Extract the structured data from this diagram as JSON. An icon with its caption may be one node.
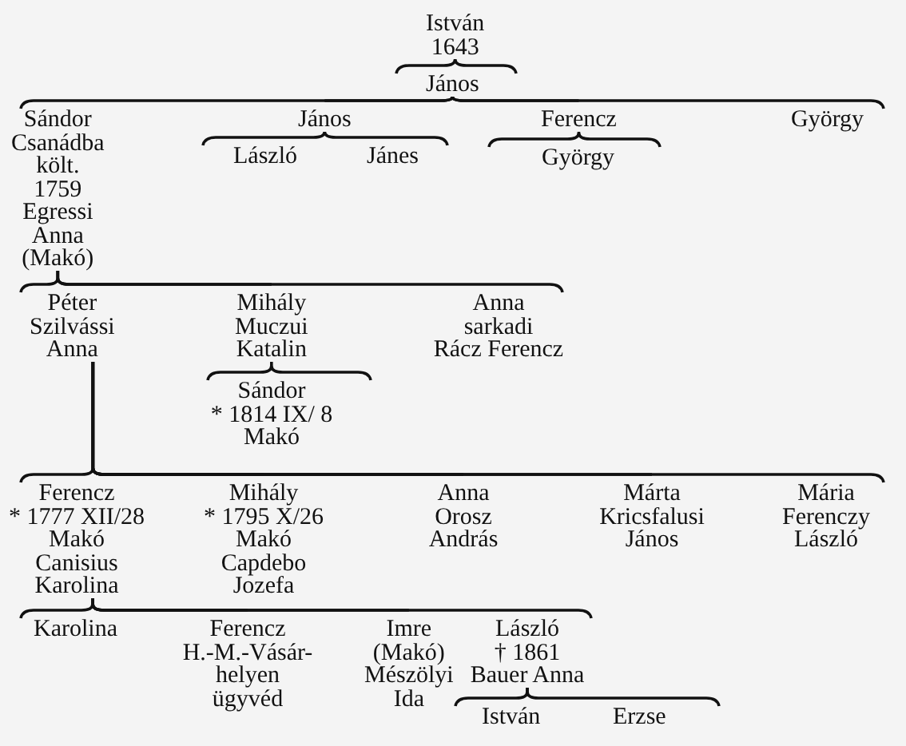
{
  "diagram": {
    "nodes": [
      {
        "text": [
          "István",
          "1643"
        ]
      },
      {
        "text": [
          "János"
        ]
      },
      {
        "text": [
          "Sándor",
          "Csanádba költ. 1759",
          "Egressi Anna (Makó)"
        ]
      },
      {
        "text": [
          "János"
        ]
      },
      {
        "text": [
          "Ferencz"
        ]
      },
      {
        "text": [
          "György"
        ]
      },
      {
        "text": [
          "László"
        ]
      },
      {
        "text": [
          "Jánes"
        ]
      },
      {
        "text": [
          "György"
        ]
      },
      {
        "text": [
          "Péter",
          "Szilvássi Anna"
        ]
      },
      {
        "text": [
          "Mihály",
          "Muczui Katalin"
        ]
      },
      {
        "text": [
          "Anna",
          "sarkadi",
          "Rácz Ferencz"
        ]
      },
      {
        "text": [
          "Sándor",
          "* 1814 IX/ 8",
          "Makó"
        ]
      },
      {
        "text": [
          "Ferencz",
          "* 1777 XII/28",
          "Makó",
          "Canisius Karolina"
        ]
      },
      {
        "text": [
          "Mihály",
          "* 1795 X/26",
          "Makó",
          "Capdebo Jozefa"
        ]
      },
      {
        "text": [
          "Anna",
          "Orosz András"
        ]
      },
      {
        "text": [
          "Márta",
          "Kricsfalusi János"
        ]
      },
      {
        "text": [
          "Mária",
          "Ferenczy László"
        ]
      },
      {
        "text": [
          "Karolina"
        ]
      },
      {
        "text": [
          "Ferencz",
          "H.-M.-Vásár- helyen ügyvéd"
        ]
      },
      {
        "text": [
          "Imre",
          "(Makó)",
          "Mészölyi Ida"
        ]
      },
      {
        "text": [
          "László",
          "† 1861",
          "Bauer Anna"
        ]
      },
      {
        "text": [
          "István"
        ]
      },
      {
        "text": [
          "Erzse"
        ]
      }
    ],
    "edges": [
      {
        "from": 0,
        "to": 1,
        "arrow": "none"
      },
      {
        "from": 1,
        "to": 2,
        "arrow": "none"
      },
      {
        "from": 1,
        "to": 3,
        "arrow": "none"
      },
      {
        "from": 1,
        "to": 4,
        "arrow": "none"
      },
      {
        "from": 1,
        "to": 5,
        "arrow": "none"
      },
      {
        "from": 3,
        "to": 6,
        "arrow": "none"
      },
      {
        "from": 3,
        "to": 7,
        "arrow": "none"
      },
      {
        "from": 4,
        "to": 8,
        "arrow": "none"
      },
      {
        "from": 2,
        "to": 9,
        "arrow": "none"
      },
      {
        "from": 2,
        "to": 10,
        "arrow": "none"
      },
      {
        "from": 2,
        "to": 11,
        "arrow": "none"
      },
      {
        "from": 10,
        "to": 12,
        "arrow": "none"
      },
      {
        "from": 9,
        "to": 13,
        "arrow": "none"
      },
      {
        "from": 9,
        "to": 14,
        "arrow": "none"
      },
      {
        "from": 9,
        "to": 15,
        "arrow": "none"
      },
      {
        "from": 9,
        "to": 16,
        "arrow": "none"
      },
      {
        "from": 9,
        "to": 17,
        "arrow": "none"
      },
      {
        "from": 13,
        "to": 18,
        "arrow": "none"
      },
      {
        "from": 13,
        "to": 19,
        "arrow": "none"
      },
      {
        "from": 13,
        "to": 20,
        "arrow": "none"
      },
      {
        "from": 13,
        "to": 21,
        "arrow": "none"
      },
      {
        "from": 21,
        "to": 22,
        "arrow": "none"
      },
      {
        "from": 21,
        "to": 23,
        "arrow": "none"
      }
    ]
  }
}
